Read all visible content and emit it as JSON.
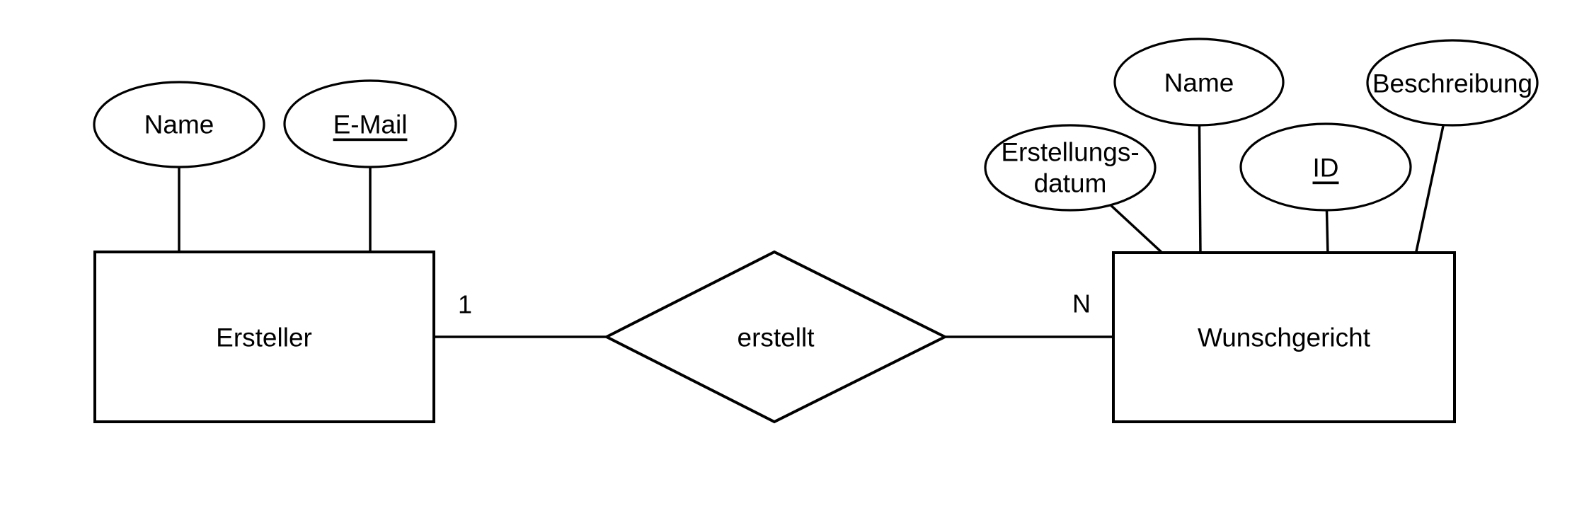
{
  "diagram": {
    "kind": "entity-relationship-diagram",
    "background_color": "#ffffff",
    "stroke_color": "#000000",
    "entities": [
      {
        "name": "Ersteller",
        "attributes": [
          {
            "label": "Name",
            "lines": [
              "Name"
            ],
            "is_key": false
          },
          {
            "label": "E-Mail",
            "lines": [
              "E-Mail"
            ],
            "is_key": true
          }
        ]
      },
      {
        "name": "Wunschgericht",
        "attributes": [
          {
            "label": "Erstellungs-datum",
            "lines": [
              "Erstellungs-",
              "datum"
            ],
            "is_key": false
          },
          {
            "label": "Name",
            "lines": [
              "Name"
            ],
            "is_key": false
          },
          {
            "label": "ID",
            "lines": [
              "ID"
            ],
            "is_key": true
          },
          {
            "label": "Beschreibung",
            "lines": [
              "Beschreibung"
            ],
            "is_key": false
          }
        ]
      }
    ],
    "relationship": {
      "label": "erstellt",
      "cardinality_left": "1",
      "cardinality_right": "N"
    }
  }
}
